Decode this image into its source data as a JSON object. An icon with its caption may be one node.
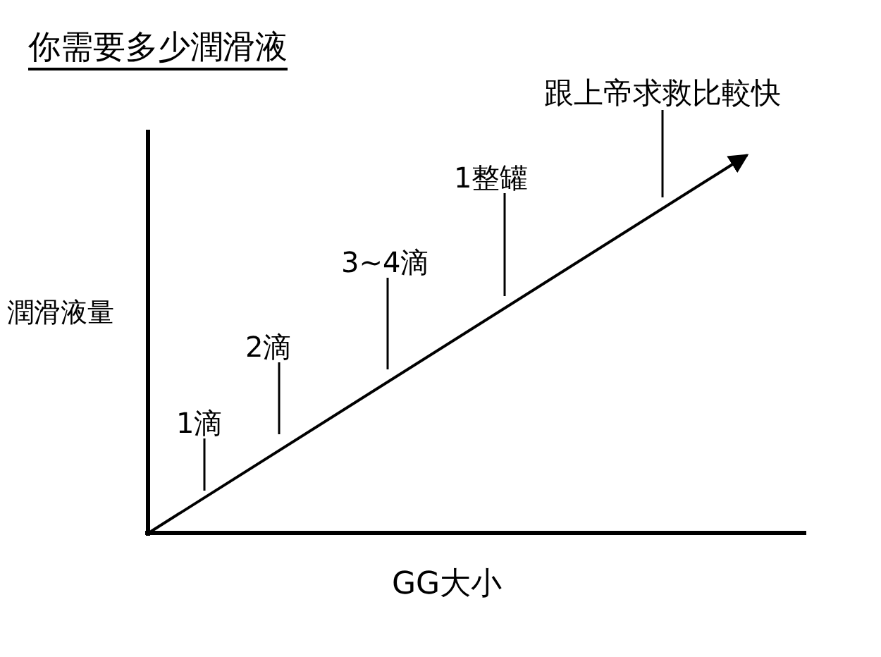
{
  "diagram": {
    "title": "你需要多少潤滑液",
    "nodes": [
      {
        "text": [
          "1滴"
        ]
      },
      {
        "text": [
          "2滴"
        ]
      },
      {
        "text": [
          "3~4滴"
        ]
      },
      {
        "text": [
          "1整罐"
        ]
      },
      {
        "text": [
          "跟上帝求救比較快"
        ]
      }
    ],
    "edges": [
      {
        "from": 0,
        "to": null,
        "arrow": "none"
      },
      {
        "from": 1,
        "to": null,
        "arrow": "none"
      },
      {
        "from": 2,
        "to": null,
        "arrow": "none"
      },
      {
        "from": 3,
        "to": null,
        "arrow": "none"
      },
      {
        "from": 4,
        "to": null,
        "arrow": "none"
      }
    ],
    "labels": [
      "潤滑液量",
      "GG大小"
    ]
  }
}
